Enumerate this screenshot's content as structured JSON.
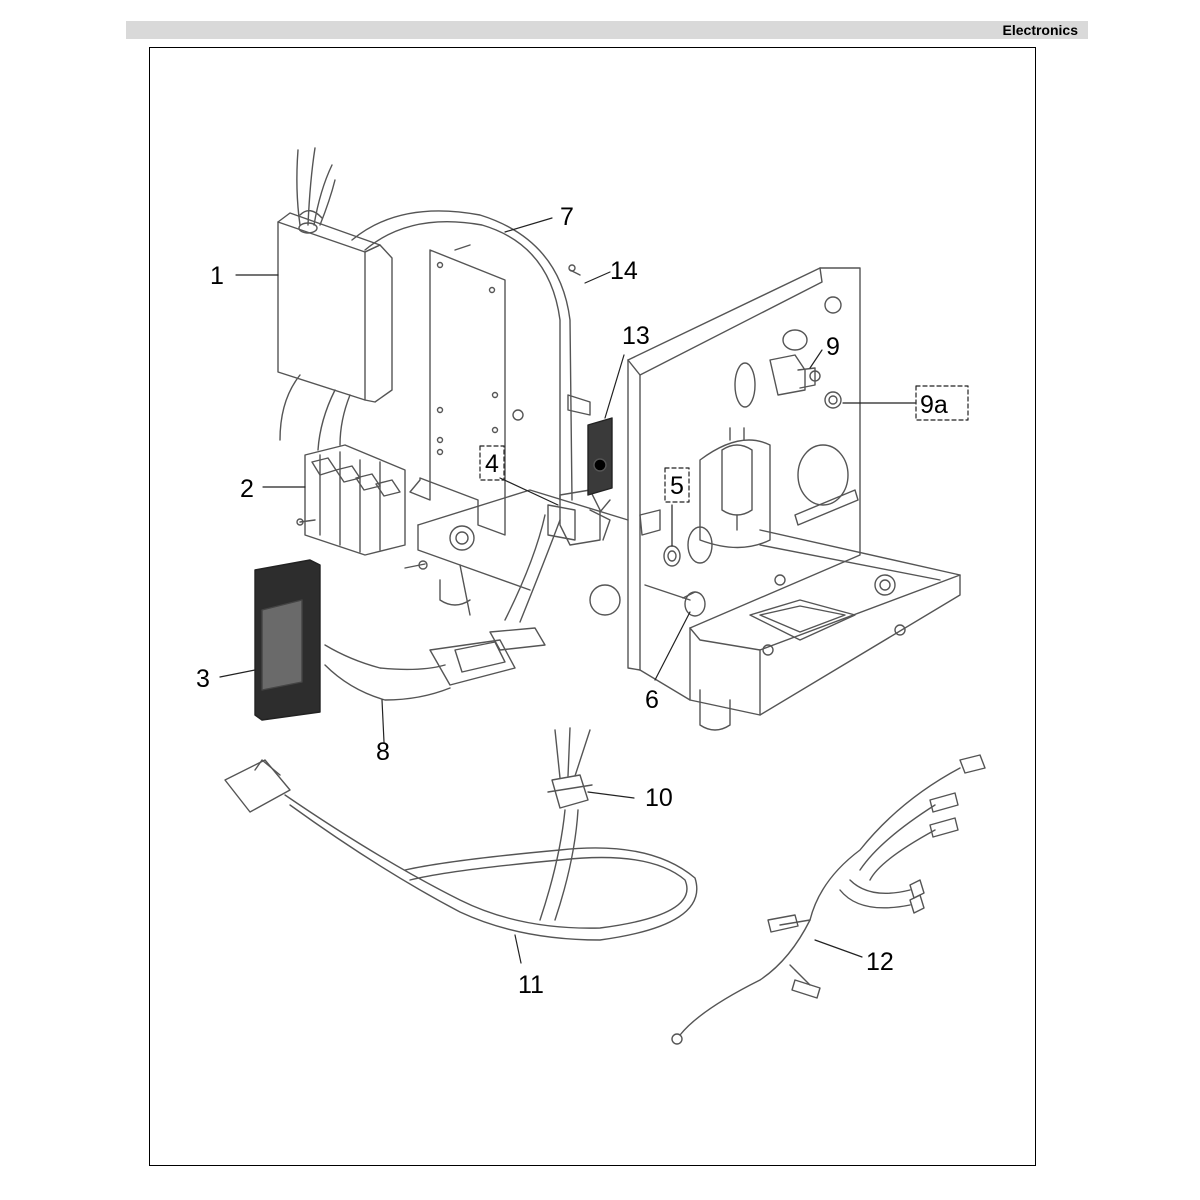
{
  "header": {
    "title": "Electronics"
  },
  "callouts": {
    "c1": "1",
    "c2": "2",
    "c3": "3",
    "c4": "4",
    "c5": "5",
    "c6": "6",
    "c7": "7",
    "c8": "8",
    "c9": "9",
    "c9a": "9a",
    "c10": "10",
    "c11": "11",
    "c12": "12",
    "c13": "13",
    "c14": "14"
  }
}
